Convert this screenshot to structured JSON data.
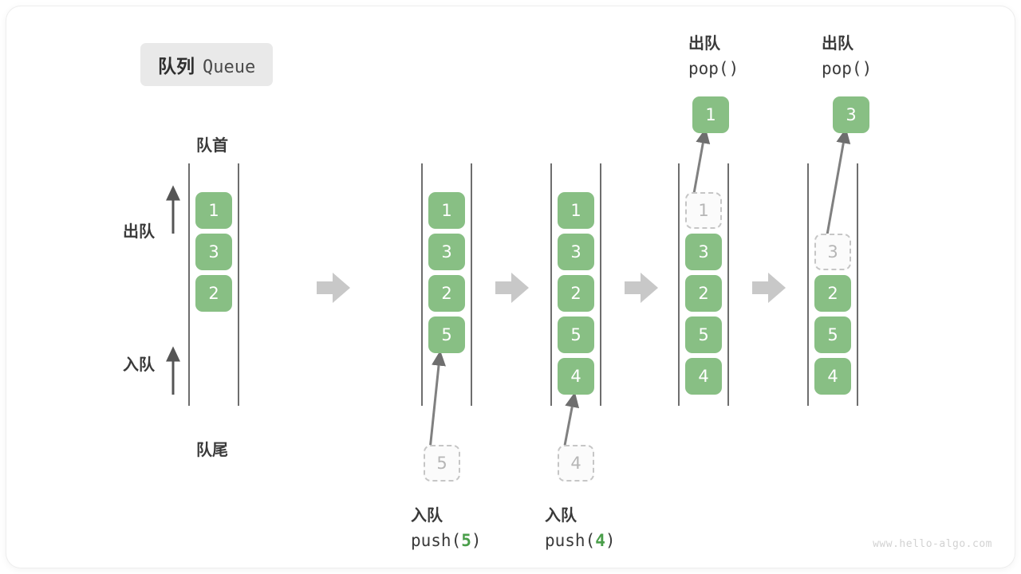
{
  "title": {
    "cn": "队列",
    "en": "Queue"
  },
  "labels": {
    "front": "队首",
    "rear": "队尾",
    "dequeue": "出队",
    "enqueue": "入队"
  },
  "watermark": "www.hello-algo.com",
  "colors": {
    "cell_fill": "#88bf84",
    "cell_text": "#ffffff",
    "ghost_border": "#c6c6c6",
    "ghost_text": "#b6b6b6",
    "rail": "#4a4a4a",
    "separator_arrow": "#c8c8c8",
    "accent_number": "#4a9e4a",
    "badge_bg": "#e9e9e9"
  },
  "steps": [
    {
      "id": "initial",
      "cells": [
        "1",
        "3",
        "2"
      ],
      "ghost_index": null,
      "caption_cn": "",
      "caption_code": "",
      "pop_value": null,
      "push_value": null
    },
    {
      "id": "push-5",
      "cells": [
        "1",
        "3",
        "2",
        "5"
      ],
      "ghost_index": null,
      "caption_cn": "入队",
      "caption_code": "push(5)",
      "caption_code_prefix": "push(",
      "caption_code_num": "5",
      "caption_code_suffix": ")",
      "incoming_value": "5",
      "pop_value": null,
      "push_value": "5"
    },
    {
      "id": "push-4",
      "cells": [
        "1",
        "3",
        "2",
        "5",
        "4"
      ],
      "ghost_index": null,
      "caption_cn": "入队",
      "caption_code": "push(4)",
      "caption_code_prefix": "push(",
      "caption_code_num": "4",
      "caption_code_suffix": ")",
      "incoming_value": "4",
      "pop_value": null,
      "push_value": "4"
    },
    {
      "id": "pop-1",
      "cells": [
        "1",
        "3",
        "2",
        "5",
        "4"
      ],
      "ghost_index": 0,
      "caption_cn": "出队",
      "caption_code": "pop()",
      "pop_value": "1",
      "push_value": null
    },
    {
      "id": "pop-3",
      "cells": [
        "3",
        "2",
        "5",
        "4"
      ],
      "ghost_index": 0,
      "caption_cn": "出队",
      "caption_code": "pop()",
      "pop_value": "3",
      "push_value": null
    }
  ]
}
